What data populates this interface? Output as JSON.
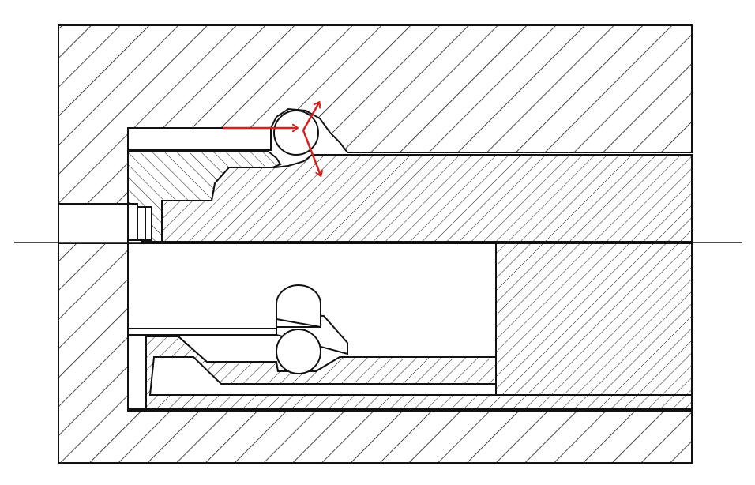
{
  "figure": {
    "kind": "mechanical cross-section drawing",
    "texts": [],
    "colors": {
      "background": "#ffffff",
      "line": "#111111",
      "hatch": "#1a1a1a",
      "force_arrow": "#d81e1e"
    },
    "icons": [
      "force-vector-arrows",
      "hatch-pattern",
      "centerline"
    ]
  }
}
